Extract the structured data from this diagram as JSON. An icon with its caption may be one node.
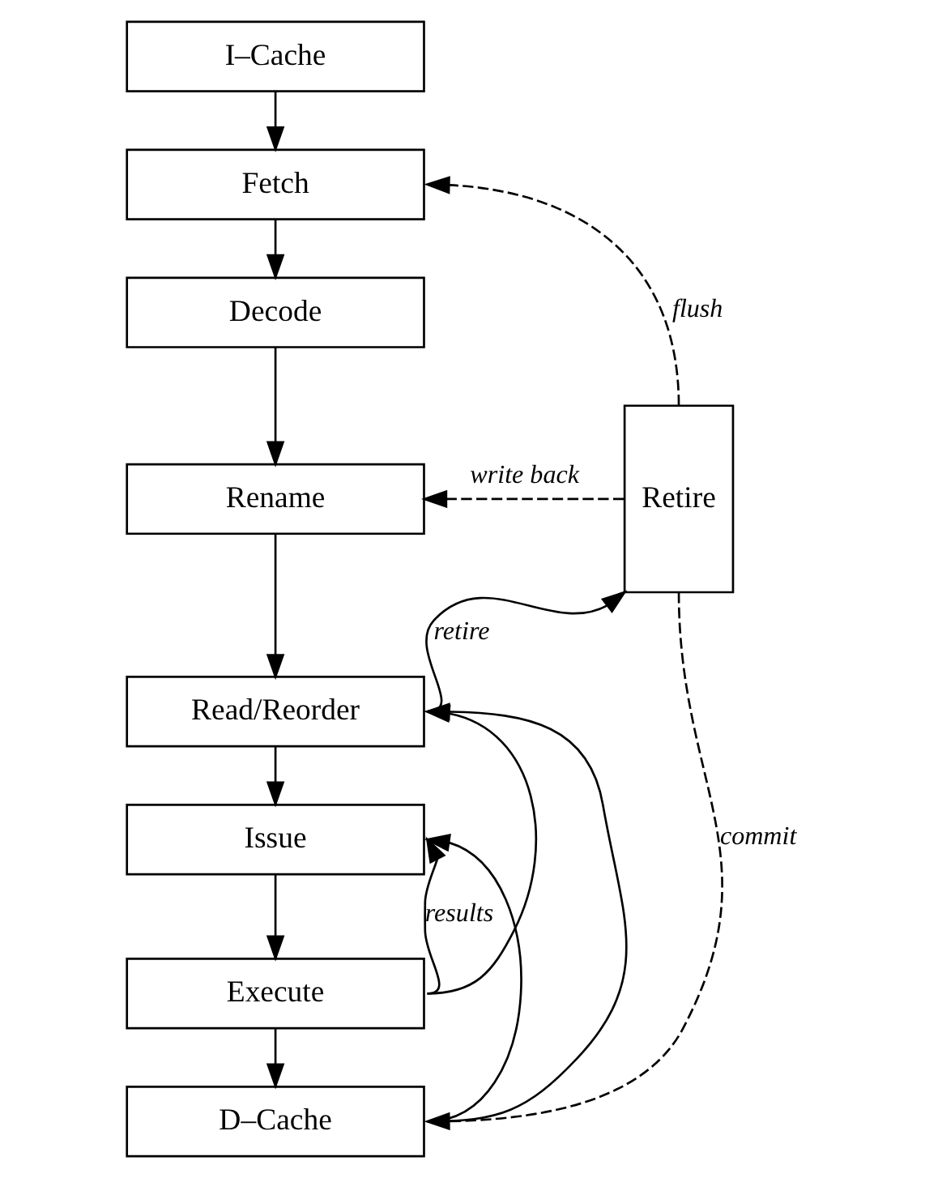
{
  "diagram": {
    "nodes": [
      {
        "text": [
          "I–Cache"
        ]
      },
      {
        "text": [
          "Fetch"
        ]
      },
      {
        "text": [
          "Decode"
        ]
      },
      {
        "text": [
          "Rename"
        ]
      },
      {
        "text": [
          "Read/Reorder"
        ]
      },
      {
        "text": [
          "Issue"
        ]
      },
      {
        "text": [
          "Execute"
        ]
      },
      {
        "text": [
          "D–Cache"
        ]
      },
      {
        "text": [
          "Retire"
        ]
      }
    ],
    "edges": [
      {
        "from": 0,
        "to": 1,
        "arrow": "to"
      },
      {
        "from": 1,
        "to": 2,
        "arrow": "to"
      },
      {
        "from": 2,
        "to": 3,
        "arrow": "to"
      },
      {
        "from": 3,
        "to": 4,
        "arrow": "to"
      },
      {
        "from": 4,
        "to": 5,
        "arrow": "to"
      },
      {
        "from": 5,
        "to": 6,
        "arrow": "to"
      },
      {
        "from": 6,
        "to": 7,
        "arrow": "to"
      },
      {
        "from": 8,
        "to": 1,
        "arrow": "to",
        "label": "flush",
        "style": "dashed"
      },
      {
        "from": 8,
        "to": 3,
        "arrow": "to",
        "label": "write back",
        "style": "dashed"
      },
      {
        "from": 4,
        "to": 8,
        "arrow": "to",
        "label": "retire"
      },
      {
        "from": 6,
        "to": 4,
        "arrow": "to"
      },
      {
        "from": 6,
        "to": 5,
        "arrow": "to",
        "label": "results"
      },
      {
        "from": 7,
        "to": 4,
        "arrow": "to"
      },
      {
        "from": 7,
        "to": 5,
        "arrow": "to"
      },
      {
        "from": 8,
        "to": 7,
        "arrow": "to",
        "label": "commit",
        "style": "dashed"
      }
    ]
  }
}
